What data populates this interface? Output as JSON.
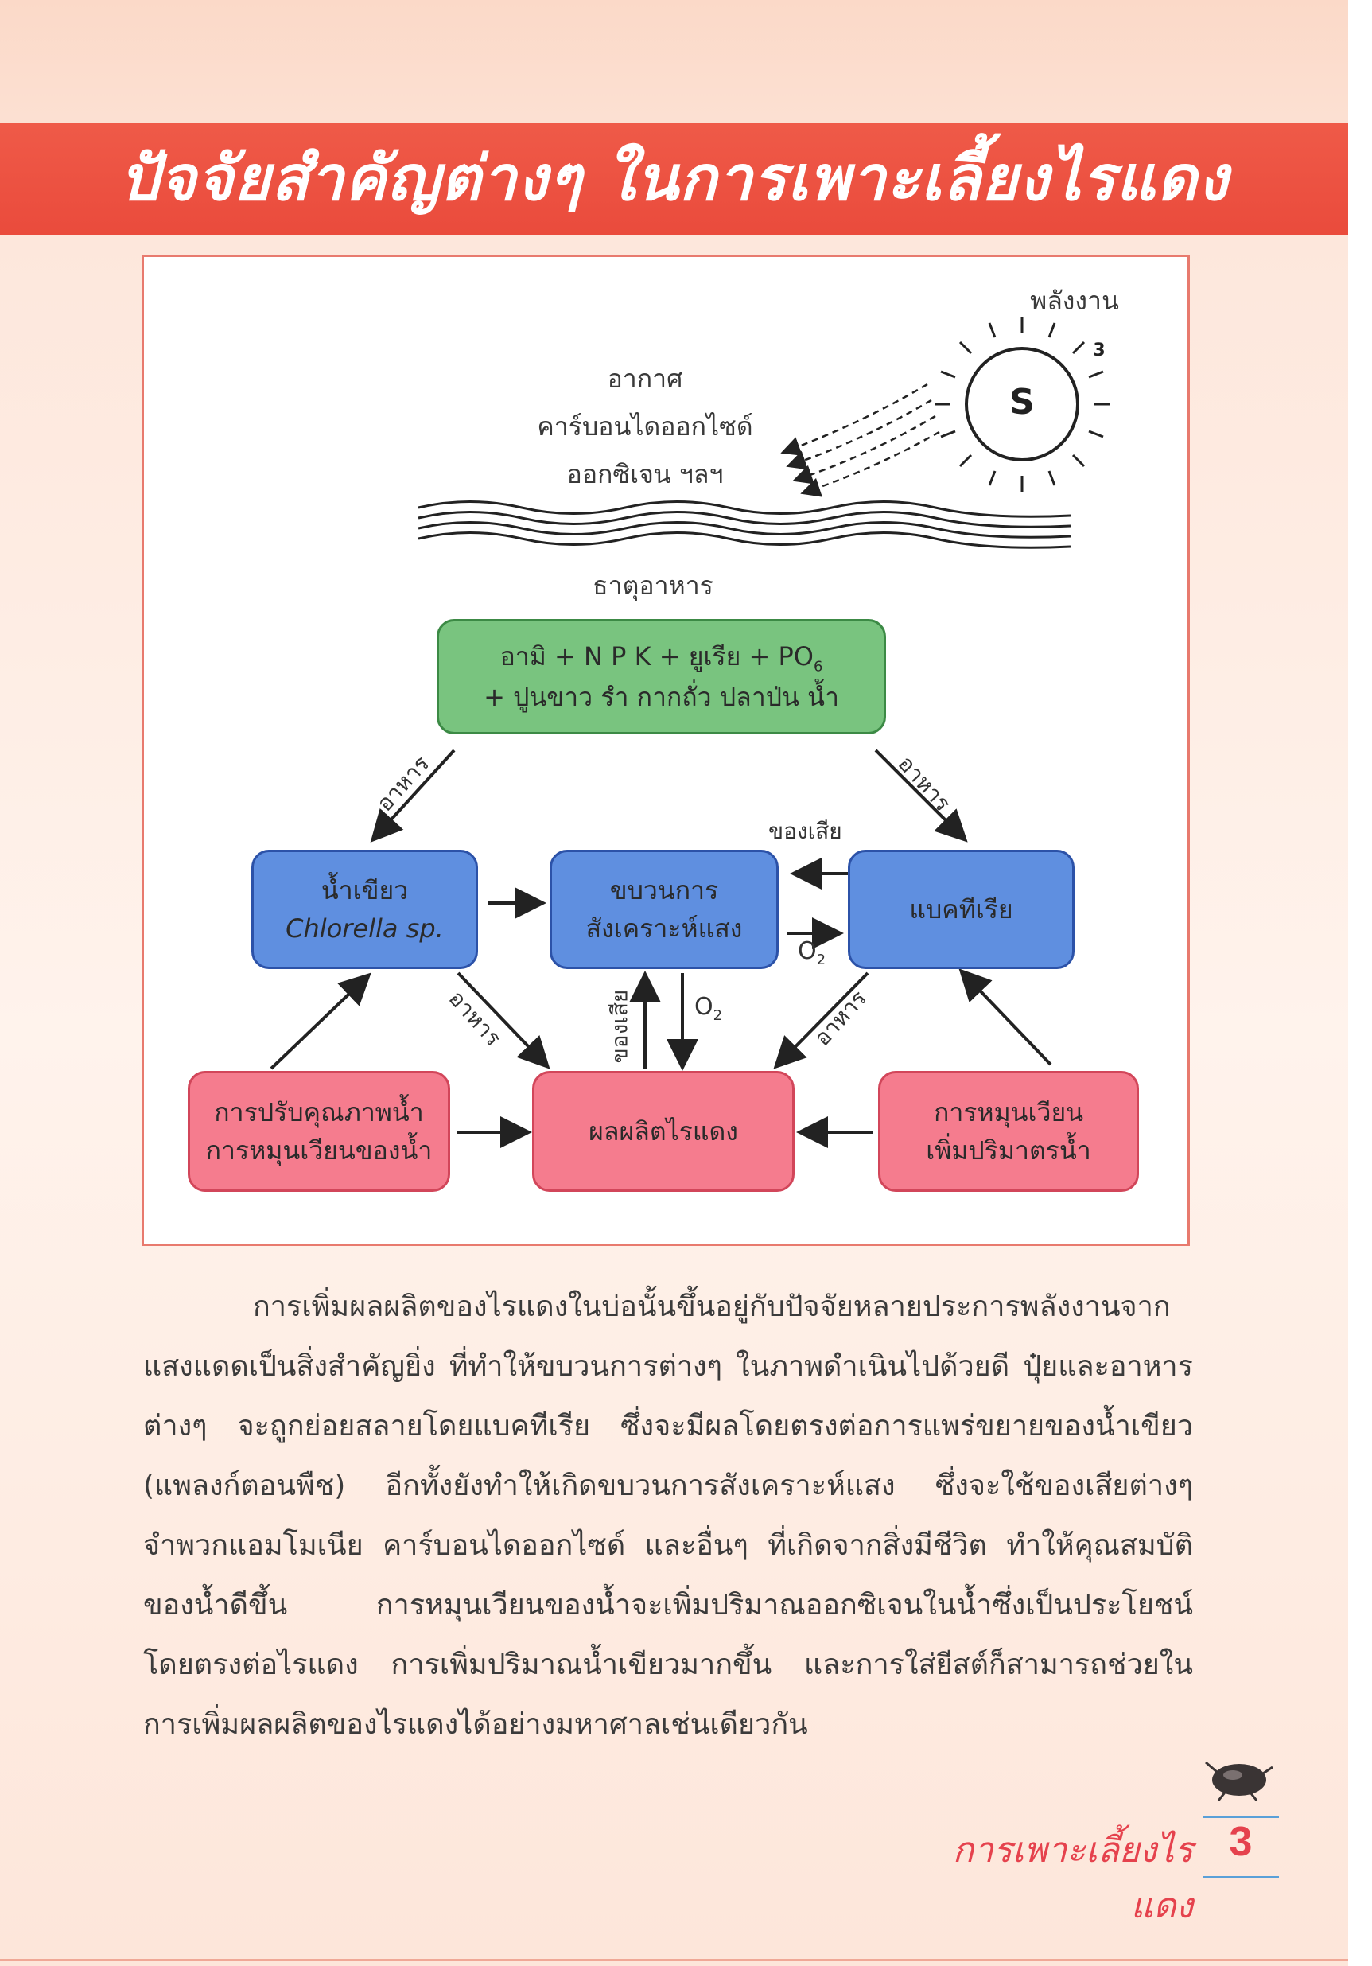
{
  "header": {
    "title": "ปัจจัยสำคัญต่างๆ ในการเพาะเลี้ยงไรแดง"
  },
  "diagram": {
    "energy_label": "พลังงาน",
    "sun_letter": "S",
    "sun_number": "3",
    "air_lines": [
      "อากาศ",
      "คาร์บอนไดออกไซด์",
      "ออกซิเจน ฯลฯ"
    ],
    "nutrients_label": "ธาตุอาหาร",
    "nutrients_box": {
      "line1": "อามิ + N P K + ยูเรีย + PO",
      "line1_sub": "6",
      "line2": "+ ปูนขาว รำ กากถั่ว ปลาป่น น้ำ"
    },
    "algae_box": {
      "line1": "น้ำเขียว",
      "line2": "Chlorella sp."
    },
    "photosynthesis_box": {
      "line1": "ขบวนการ",
      "line2": "สังเคราะห์แสง"
    },
    "bacteria_box": {
      "label": "แบคทีเรีย"
    },
    "quality_box": {
      "line1": "การปรับคุณภาพน้ำ",
      "line2": "การหมุนเวียนของน้ำ"
    },
    "product_box": {
      "label": "ผลผลิตไรแดง"
    },
    "circulation_box": {
      "line1": "การหมุนเวียน",
      "line2": "เพิ่มปริมาตรน้ำ"
    },
    "arrow_labels": {
      "food": "อาหาร",
      "waste": "ของเสีย",
      "oxygen": "O",
      "oxygen_sub": "2"
    }
  },
  "body": {
    "paragraph": "การเพิ่มผลผลิตของไรแดงในบ่อนั้นขึ้นอยู่กับปัจจัยหลายประการพลังงานจากแสงแดดเป็นสิ่งสำคัญยิ่ง ที่ทำให้ขบวนการต่างๆ ในภาพดำเนินไปด้วยดี ปุ๋ยและอาหารต่างๆ จะถูกย่อยสลายโดยแบคทีเรีย ซึ่งจะมีผลโดยตรงต่อการแพร่ขยายของน้ำเขียว (แพลงก์ตอนพืช) อีกทั้งยังทำให้เกิดขบวนการสังเคราะห์แสง ซึ่งจะใช้ของเสียต่างๆ จำพวกแอมโมเนีย คาร์บอนไดออกไซด์ และอื่นๆ ที่เกิดจากสิ่งมีชีวิต ทำให้คุณสมบัติของน้ำดีขึ้น การหมุนเวียนของน้ำจะเพิ่มปริมาณออกซิเจนในน้ำซึ่งเป็นประโยชน์โดยตรงต่อไรแดง การเพิ่มปริมาณน้ำเขียวมากขึ้น และการใส่ยีสต์ก็สามารถช่วยในการเพิ่มผลผลิตของไรแดงได้อย่างมหาศาลเช่นเดียวกัน"
  },
  "footer": {
    "book_title": "การเพาะเลี้ยงไรแดง",
    "page_number": "3"
  },
  "colors": {
    "banner": "#ea4b3c",
    "green_box": "#79c47f",
    "blue_box": "#5f8fe0",
    "pink_box": "#f57c8e",
    "footer_accent": "#e5424d"
  }
}
